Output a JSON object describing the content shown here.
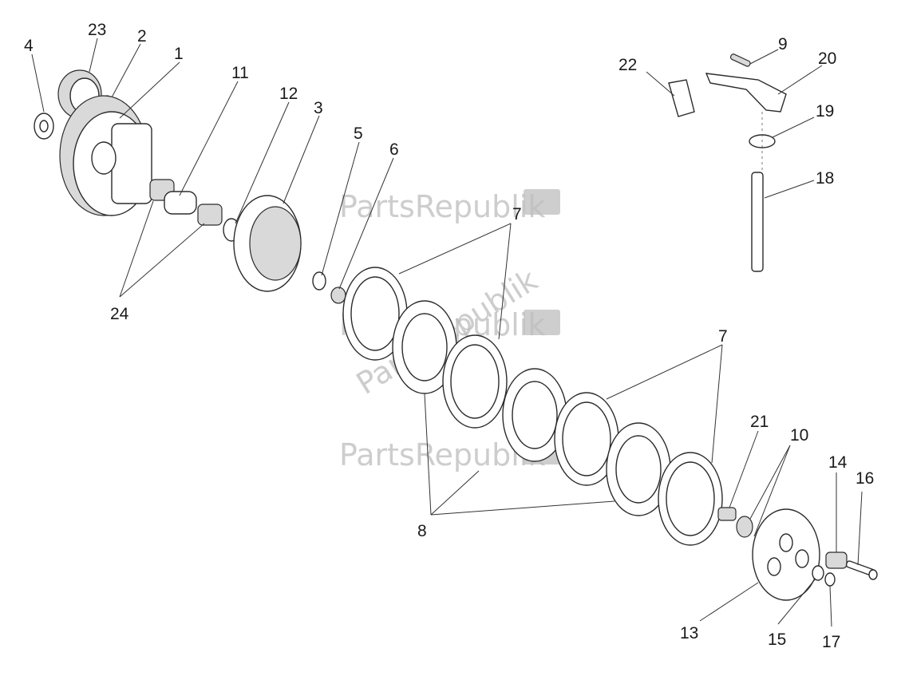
{
  "watermark": "PartsRepublik",
  "labels": {
    "p1": "1",
    "p2": "2",
    "p3": "3",
    "p4": "4",
    "p5": "5",
    "p6": "6",
    "p7": "7",
    "p8": "8",
    "p9": "9",
    "p10": "10",
    "p11": "11",
    "p12": "12",
    "p13": "13",
    "p14": "14",
    "p15": "15",
    "p16": "16",
    "p17": "17",
    "p18": "18",
    "p19": "19",
    "p20": "20",
    "p21": "21",
    "p22": "22",
    "p23": "23",
    "p24": "24"
  }
}
